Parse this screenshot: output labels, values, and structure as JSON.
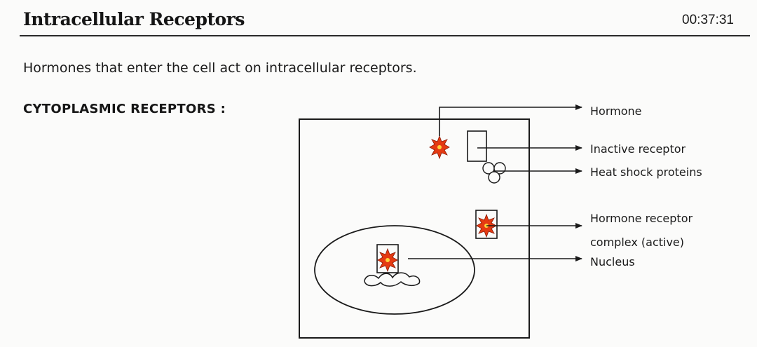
{
  "header": {
    "title": "Intracellular Receptors",
    "timestamp": "00:37:31"
  },
  "intro_text": "Hormones that enter the cell act on intracellular receptors.",
  "section_heading": "CYTOPLASMIC RECEPTORS :",
  "diagram": {
    "labels": {
      "hormone": "Hormone",
      "inactive_receptor": "Inactive receptor",
      "heat_shock_proteins": "Heat shock proteins",
      "complex_line1": "Hormone receptor",
      "complex_line2": "complex (active)",
      "nucleus": "Nucleus"
    },
    "colors": {
      "hormone_fill": "#e53a12",
      "hormone_core": "#ffd23c",
      "line": "#1a1a1a",
      "background": "#fbfbfa"
    }
  }
}
